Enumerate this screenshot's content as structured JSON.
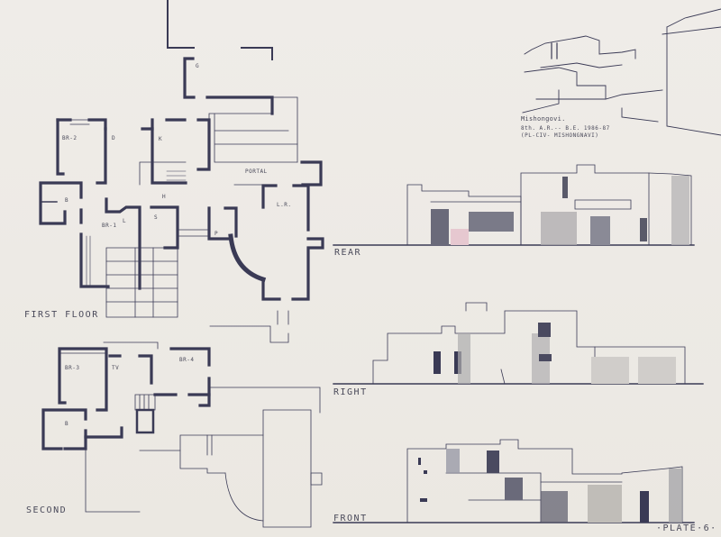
{
  "sheet": {
    "plate_label": "·PLATE·6·",
    "background_color": "#eeebe6",
    "ink_color": "#3a3a55"
  },
  "perspective_sketch": {
    "caption_title": "Mishongovi.",
    "caption_line2": "8th. A.R.-- B.E.  1986-87",
    "caption_line3": "(PL-CIV- MISHONGNAVI)"
  },
  "first_floor_plan": {
    "title": "FIRST FLOOR",
    "rooms": [
      "BR-2",
      "D",
      "K",
      "G",
      "PORTAL",
      "H",
      "L.R.",
      "B",
      "BR-1",
      "S",
      "P",
      "L"
    ]
  },
  "second_floor_plan": {
    "title": "SECOND",
    "rooms": [
      "BR-3",
      "TV",
      "BR-4",
      "B"
    ]
  },
  "elevations": [
    {
      "label": "REAR"
    },
    {
      "label": "RIGHT"
    },
    {
      "label": "FRONT"
    }
  ]
}
